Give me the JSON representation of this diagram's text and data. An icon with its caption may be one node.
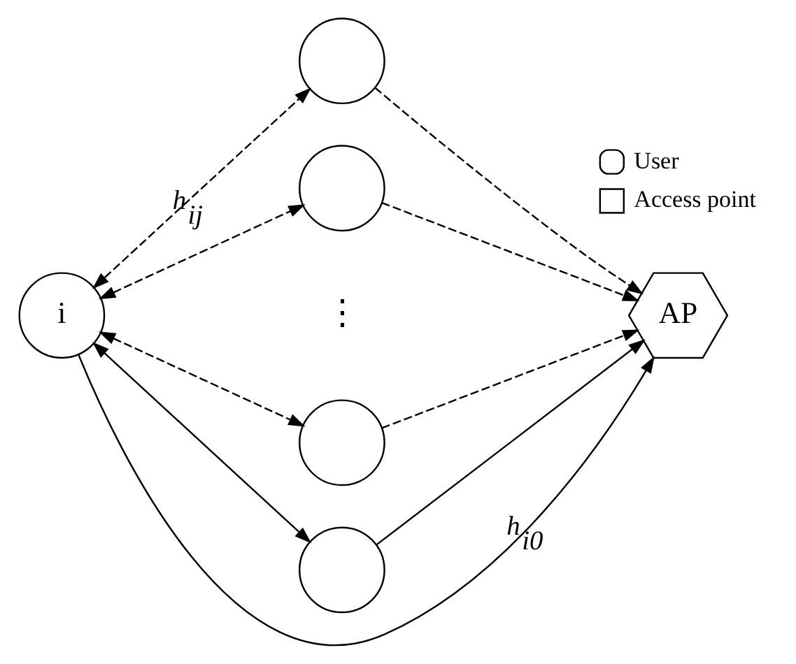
{
  "diagram": {
    "nodes": [
      {
        "text": [
          "i"
        ]
      },
      {
        "text": [],
        "shape": "circle"
      },
      {
        "text": [],
        "shape": "circle"
      },
      {
        "text": [],
        "shape": "circle"
      },
      {
        "text": [],
        "shape": "circle"
      },
      {
        "text": [
          "AP"
        ]
      }
    ],
    "edges": [
      {
        "from": 0,
        "to": 1,
        "arrow": "both",
        "style": "dashed",
        "label": "h$_{ij}$"
      },
      {
        "from": 0,
        "to": 2,
        "arrow": "both",
        "style": "dashed"
      },
      {
        "from": 0,
        "to": 3,
        "arrow": "both",
        "style": "dashed"
      },
      {
        "from": 0,
        "to": 4,
        "arrow": "both"
      },
      {
        "from": 0,
        "to": 5,
        "arrow": "to",
        "label": "h$_{i0}$"
      },
      {
        "from": 1,
        "to": 5,
        "arrow": "to",
        "style": "dashed"
      },
      {
        "from": 2,
        "to": 5,
        "arrow": "to",
        "style": "dashed"
      },
      {
        "from": 3,
        "to": 5,
        "arrow": "to",
        "style": "dashed"
      },
      {
        "from": 4,
        "to": 5,
        "arrow": "to"
      }
    ],
    "labels": [
      "⋮"
    ],
    "legend": [
      {
        "text": "User"
      },
      {
        "text": "Access point"
      }
    ]
  }
}
